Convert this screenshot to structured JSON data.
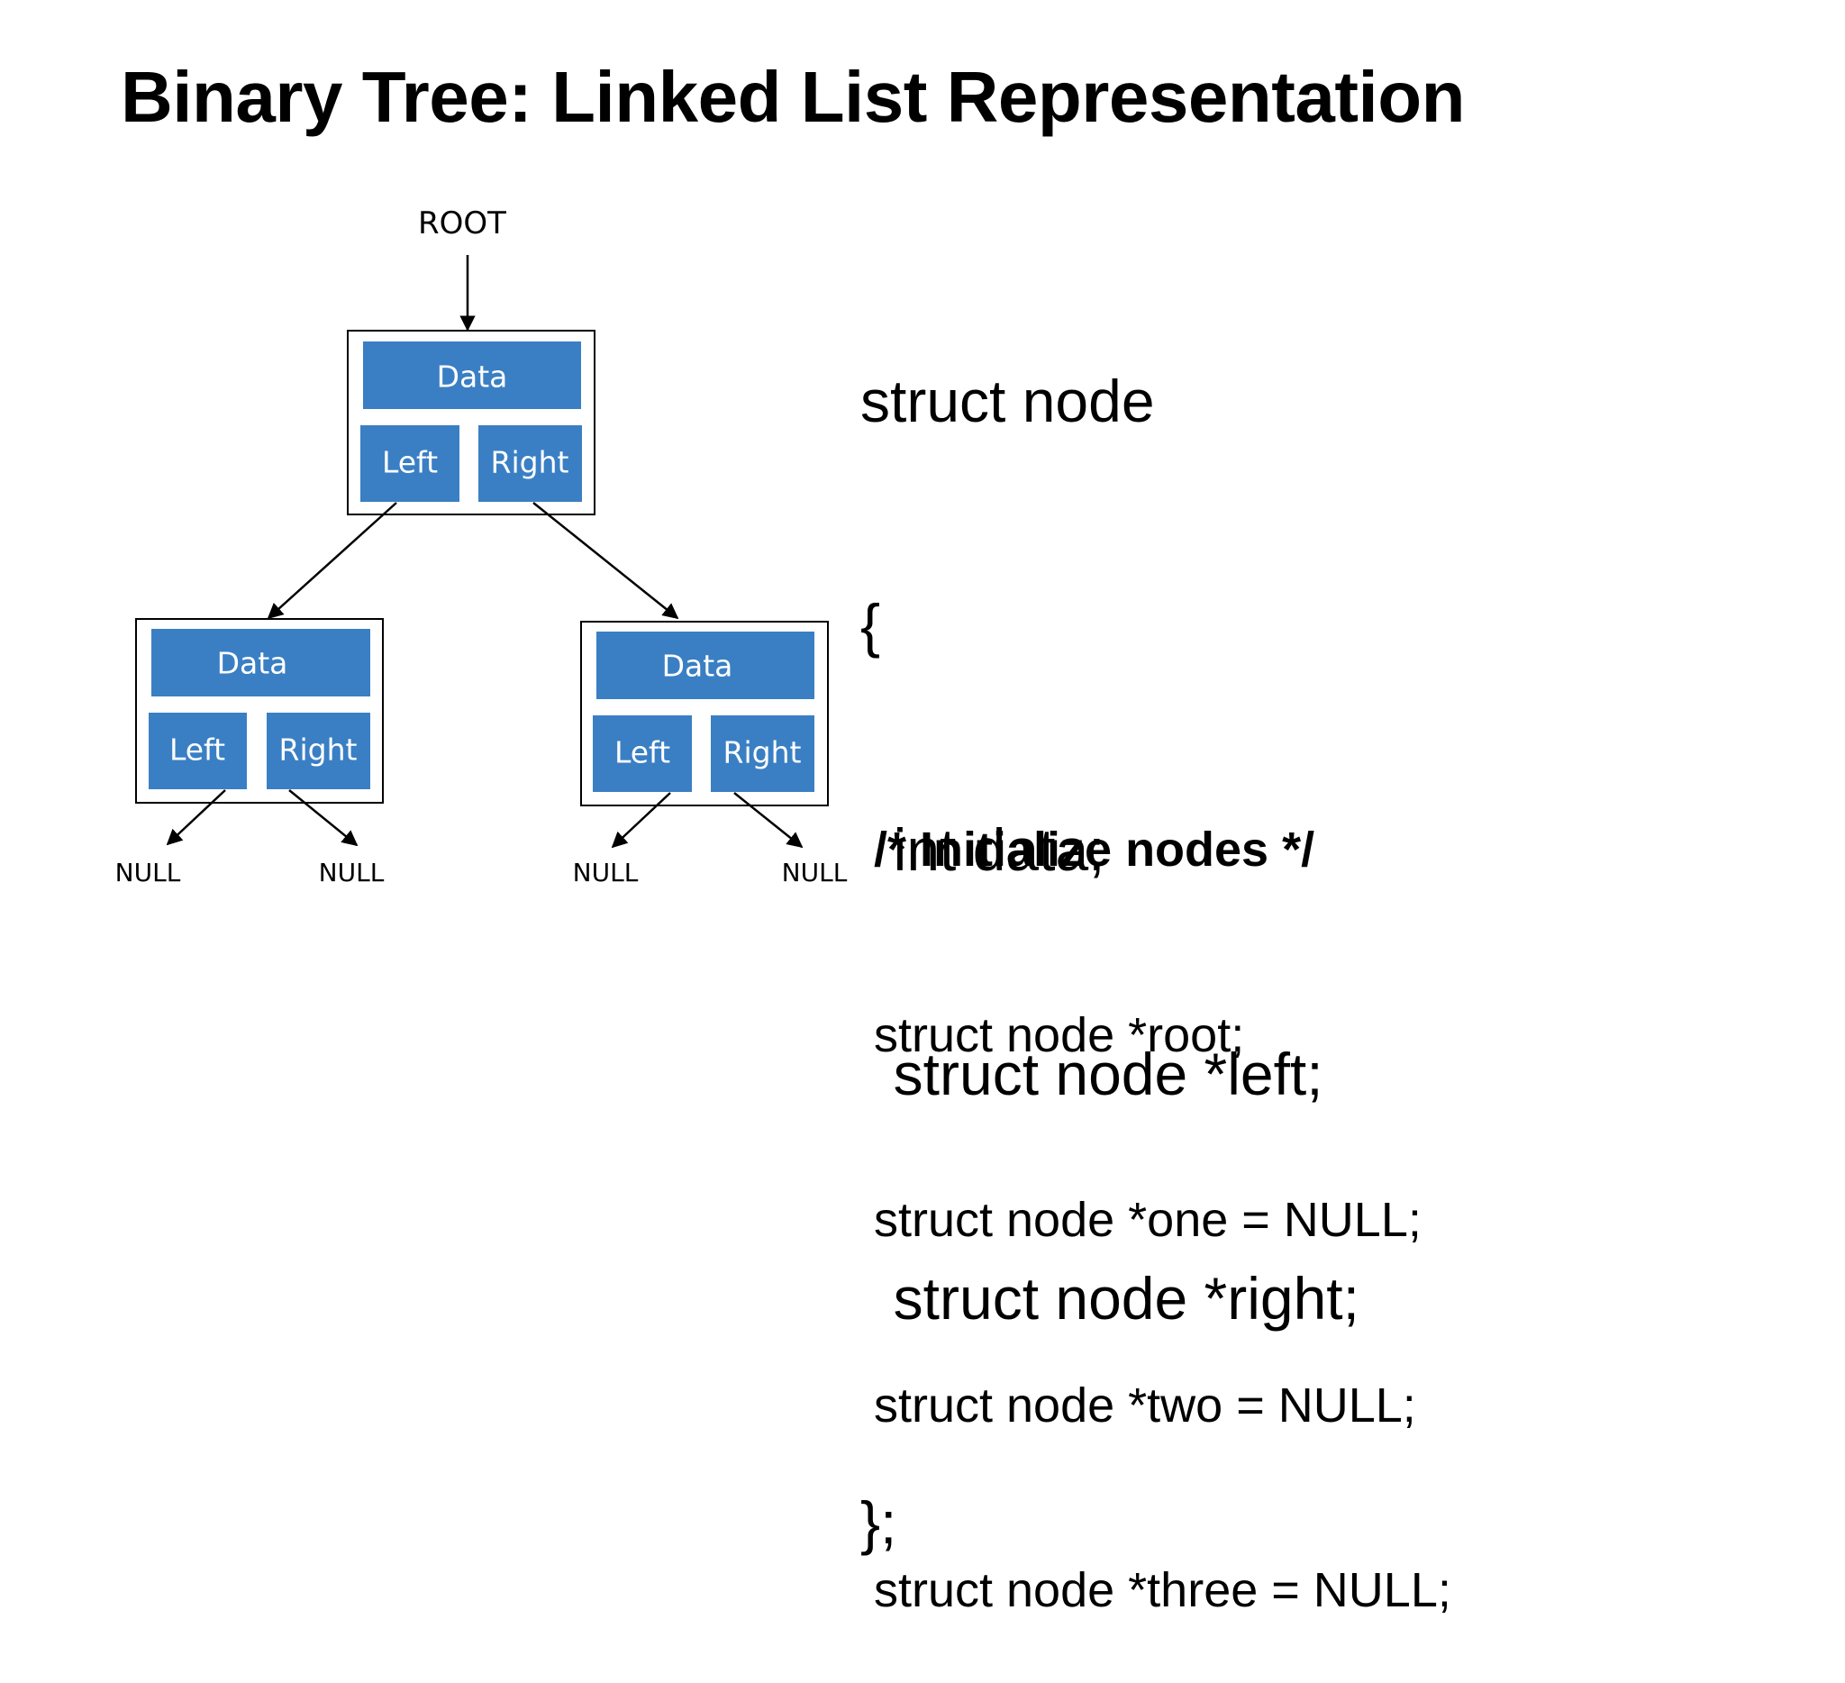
{
  "slide": {
    "title": "Binary Tree: Linked List Representation"
  },
  "diagram": {
    "root_label": "ROOT",
    "node_color": "#3a7fc4",
    "nodes": [
      {
        "id": "root",
        "data_label": "Data",
        "left_label": "Left",
        "right_label": "Right"
      },
      {
        "id": "left-child",
        "data_label": "Data",
        "left_label": "Left",
        "right_label": "Right"
      },
      {
        "id": "right-child",
        "data_label": "Data",
        "left_label": "Left",
        "right_label": "Right"
      }
    ],
    "null_labels": [
      "NULL",
      "NULL",
      "NULL",
      "NULL"
    ]
  },
  "code": {
    "struct_lines": [
      "struct node",
      "{",
      "  int data;",
      "  struct node *left;",
      "  struct node *right;",
      "};"
    ],
    "init_comment": "/* Initialize nodes */",
    "init_lines": [
      "struct node *root;",
      "struct node *one = NULL;",
      "struct node *two = NULL;",
      "struct node *three = NULL;"
    ]
  }
}
